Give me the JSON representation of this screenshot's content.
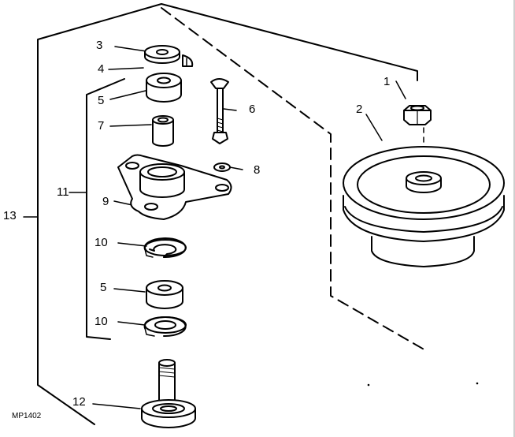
{
  "callouts": {
    "c1": "1",
    "c2": "2",
    "c3": "3",
    "c4": "4",
    "c5a": "5",
    "c5b": "5",
    "c6": "6",
    "c7": "7",
    "c8": "8",
    "c9": "9",
    "c10a": "10",
    "c10b": "10",
    "c11": "11",
    "c12": "12",
    "c13": "13"
  },
  "figure_id": "MP1402",
  "colors": {
    "ink": "#000000",
    "paper": "#ffffff"
  }
}
